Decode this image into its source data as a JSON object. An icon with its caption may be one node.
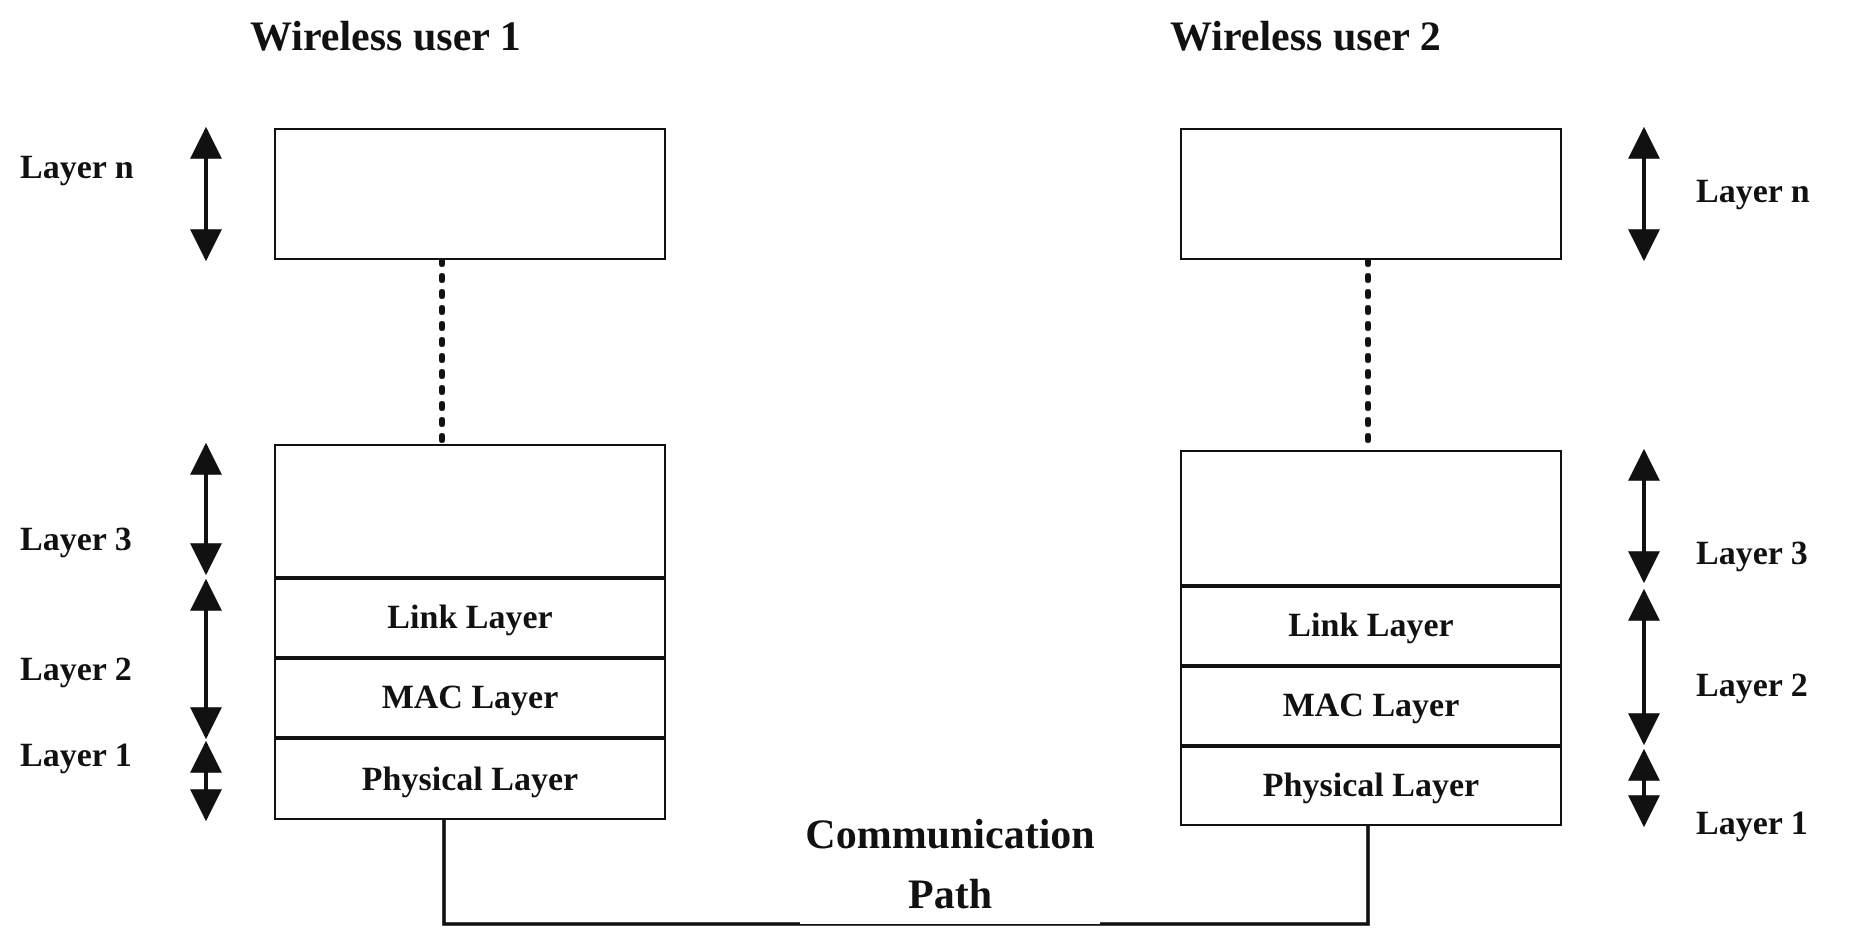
{
  "diagram": {
    "nodes": [
      {
        "text": [],
        "shape": "box"
      },
      {
        "text": [],
        "shape": "box"
      },
      {
        "text": [
          "Link Layer"
        ]
      },
      {
        "text": [
          "MAC Layer"
        ]
      },
      {
        "text": [
          "Physical Layer"
        ]
      },
      {
        "text": [],
        "shape": "box"
      },
      {
        "text": [],
        "shape": "box"
      },
      {
        "text": [
          "Link Layer"
        ]
      },
      {
        "text": [
          "MAC Layer"
        ]
      },
      {
        "text": [
          "Physical Layer"
        ]
      }
    ],
    "edges": [
      {
        "from": 0,
        "to": 1,
        "arrow": "none",
        "style": "dashed"
      },
      {
        "from": 5,
        "to": 6,
        "arrow": "none",
        "style": "dashed"
      },
      {
        "from": 4,
        "to": 9,
        "arrow": "none",
        "label": "Communication Path"
      }
    ],
    "labels": [
      "Wireless user 1",
      "Wireless user 2",
      "Layer n",
      "Layer n",
      "Layer 3",
      "Layer 3",
      "Layer 2",
      "Layer 2",
      "Layer 1",
      "Layer 1"
    ]
  }
}
